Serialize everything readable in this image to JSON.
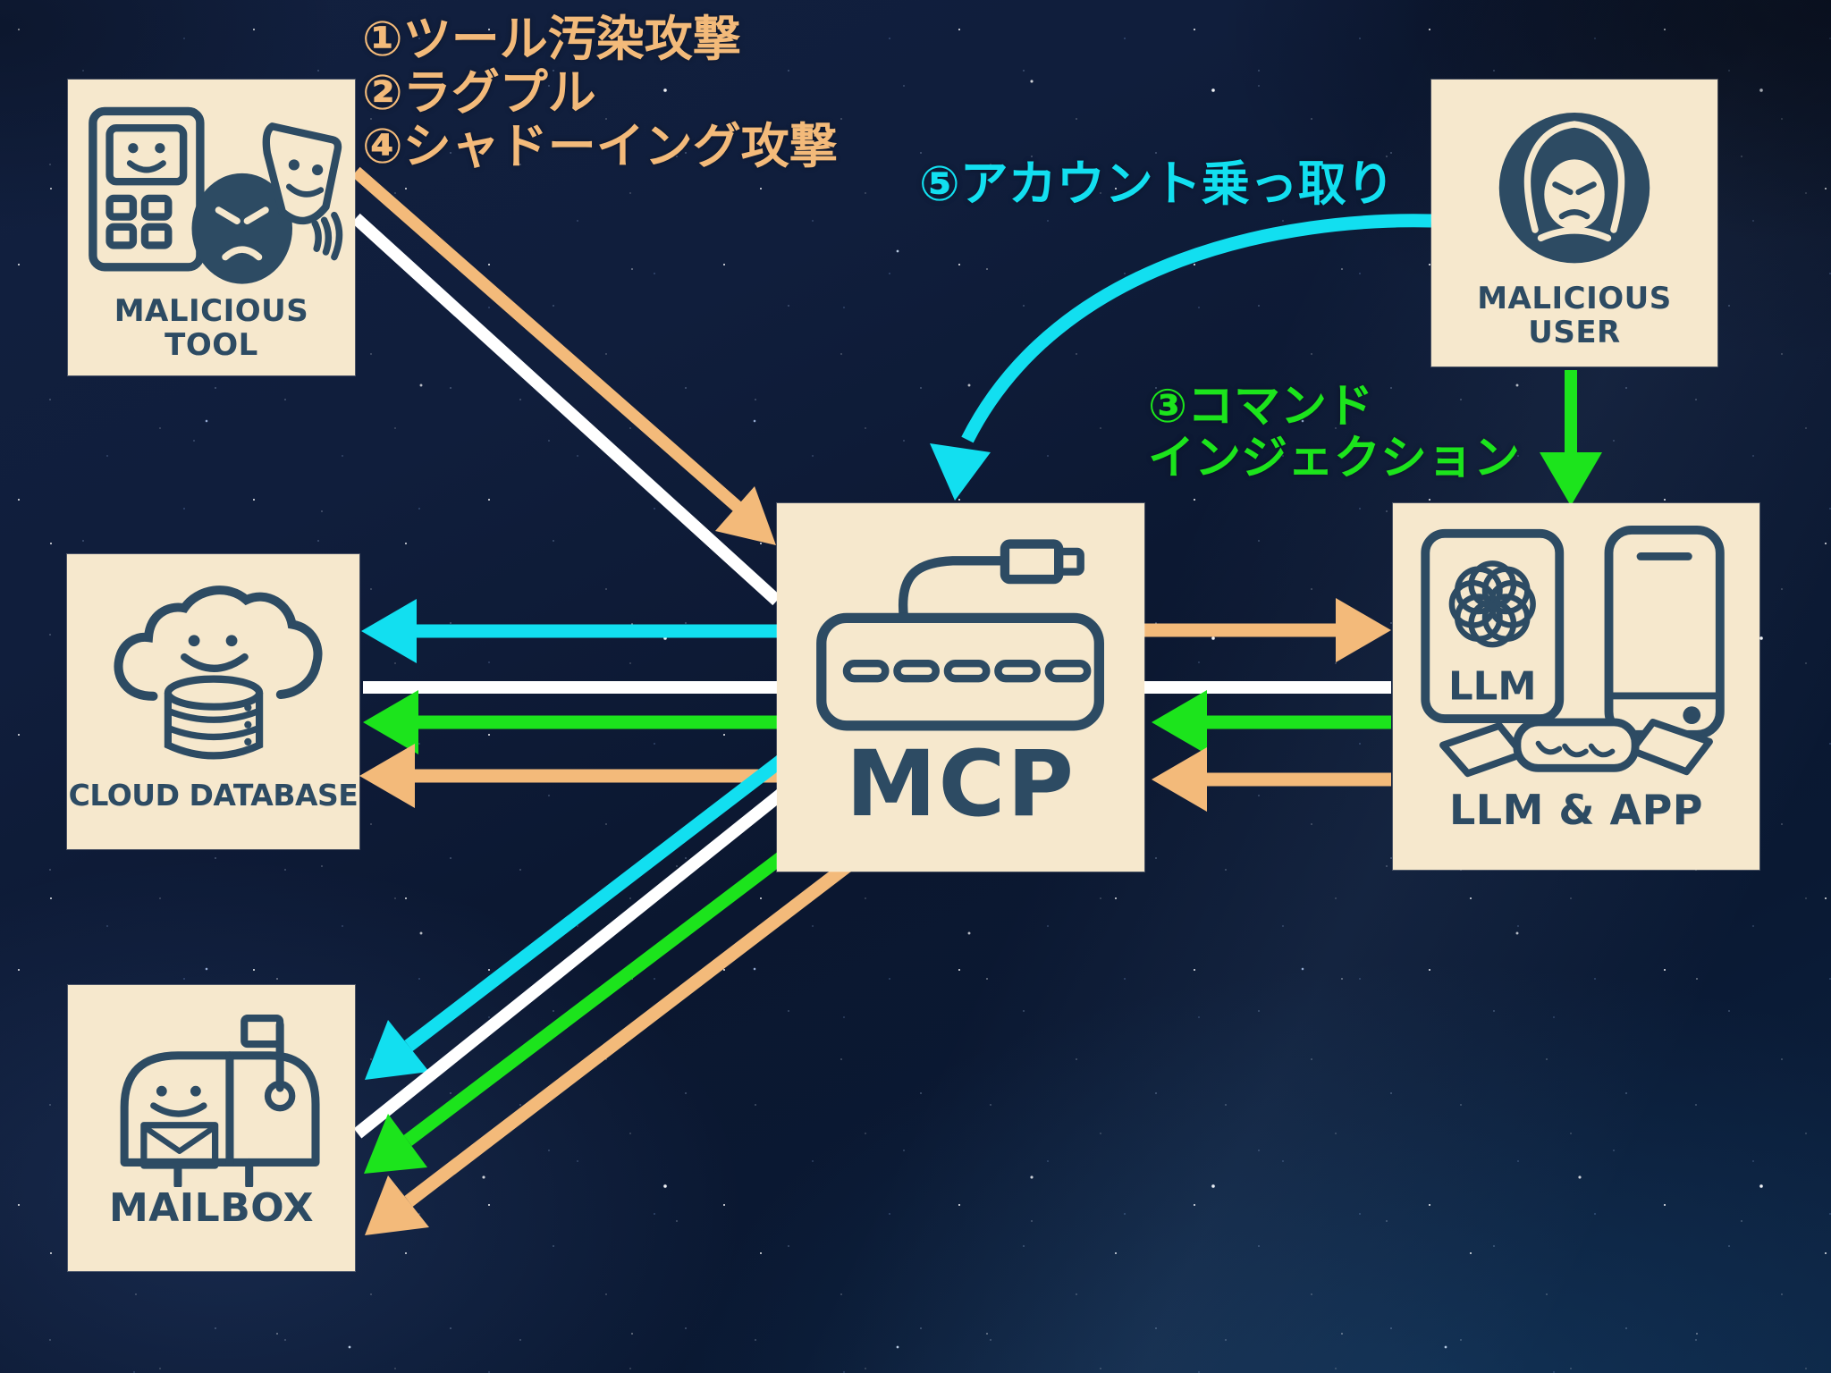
{
  "colors": {
    "panel": "#f6e8cd",
    "ink": "#2d4b63",
    "orange": "#f3ba7a",
    "green": "#1ce41c",
    "cyan": "#12dff0",
    "white": "#ffffff",
    "background": "#0b1730"
  },
  "nodes": {
    "malicious_tool": {
      "label_line1": "MALICIOUS",
      "label_line2": "TOOL",
      "icon": "calculator-mask-icon"
    },
    "cloud_database": {
      "label": "CLOUD DATABASE",
      "icon": "cloud-database-icon"
    },
    "mailbox": {
      "label": "MAILBOX",
      "icon": "mailbox-icon"
    },
    "mcp": {
      "label": "MCP",
      "icon": "usb-hub-icon"
    },
    "llm_app": {
      "label": "LLM & APP",
      "chip_label": "LLM",
      "icon": "llm-phone-handshake-icon"
    },
    "malicious_user": {
      "label_line1": "MALICIOUS",
      "label_line2": "USER",
      "icon": "hooded-user-icon"
    }
  },
  "attack_labels": {
    "tool_attacks": {
      "lines": [
        "①ツール汚染攻撃",
        "②ラグプル",
        "④シャドーイング攻撃"
      ],
      "color": "#f3ba7a"
    },
    "command_injection": {
      "lines": [
        "③コマンド",
        "インジェクション"
      ],
      "color": "#1ce41c"
    },
    "account_takeover": {
      "text": "⑤アカウント乗っ取り",
      "color": "#12dff0"
    }
  },
  "connections": [
    {
      "from": "malicious-tool",
      "to": "mcp",
      "color": "orange",
      "arrowhead": true
    },
    {
      "from": "malicious-tool",
      "to": "mcp",
      "color": "white",
      "arrowhead": false
    },
    {
      "from": "mcp",
      "to": "cloud-database",
      "color": "cyan",
      "arrowhead": true
    },
    {
      "from": "mcp",
      "to": "cloud-database",
      "color": "white",
      "arrowhead": false
    },
    {
      "from": "mcp",
      "to": "cloud-database",
      "color": "green",
      "arrowhead": true
    },
    {
      "from": "mcp",
      "to": "cloud-database",
      "color": "orange",
      "arrowhead": true
    },
    {
      "from": "mcp",
      "to": "mailbox",
      "color": "cyan",
      "arrowhead": true
    },
    {
      "from": "mcp",
      "to": "mailbox",
      "color": "white",
      "arrowhead": false
    },
    {
      "from": "mcp",
      "to": "mailbox",
      "color": "green",
      "arrowhead": true
    },
    {
      "from": "mcp",
      "to": "mailbox",
      "color": "orange",
      "arrowhead": true
    },
    {
      "from": "mcp",
      "to": "llm-app",
      "color": "orange",
      "arrowhead": true
    },
    {
      "from": "mcp",
      "to": "llm-app",
      "color": "white",
      "arrowhead": false
    },
    {
      "from": "llm-app",
      "to": "mcp",
      "color": "green",
      "arrowhead": true
    },
    {
      "from": "llm-app",
      "to": "mcp",
      "color": "orange",
      "arrowhead": true
    },
    {
      "from": "malicious-user",
      "to": "llm-app",
      "color": "green",
      "arrowhead": true
    },
    {
      "from": "malicious-user",
      "to": "mcp",
      "color": "cyan",
      "arrowhead": true,
      "curved": true
    }
  ]
}
